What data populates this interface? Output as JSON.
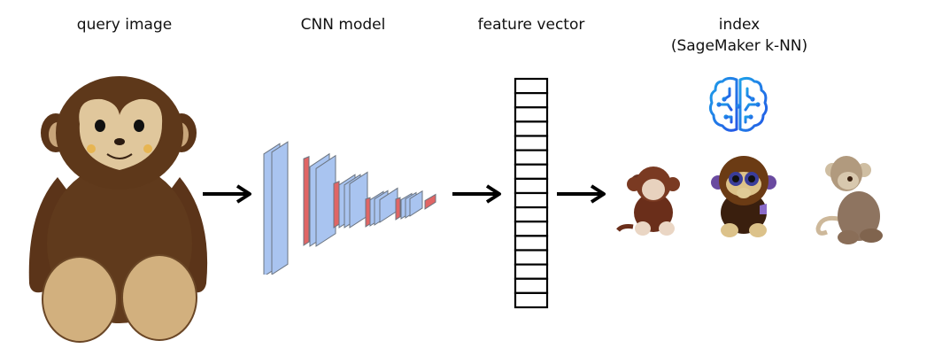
{
  "stages": {
    "query": {
      "label": "query image",
      "subject": "brown plush monkey toy"
    },
    "cnn": {
      "label": "CNN model"
    },
    "vector": {
      "label": "feature vector",
      "cell_count": 16
    },
    "index": {
      "label": "index",
      "sublabel": "(SageMaker k-NN)",
      "icon": "brain-circuit-icon",
      "results": [
        {
          "subject": "reddish-brown plush monkey"
        },
        {
          "subject": "big-eyed dark brown plush monkey"
        },
        {
          "subject": "light brown long-tail plush monkey"
        }
      ]
    }
  },
  "colors": {
    "cnn_blue": "#a9c4f0",
    "cnn_red": "#e06565",
    "cnn_edge": "#6b7480",
    "brain_start": "#1ea0e8",
    "brain_end": "#2457e6",
    "arrow": "#000000"
  }
}
